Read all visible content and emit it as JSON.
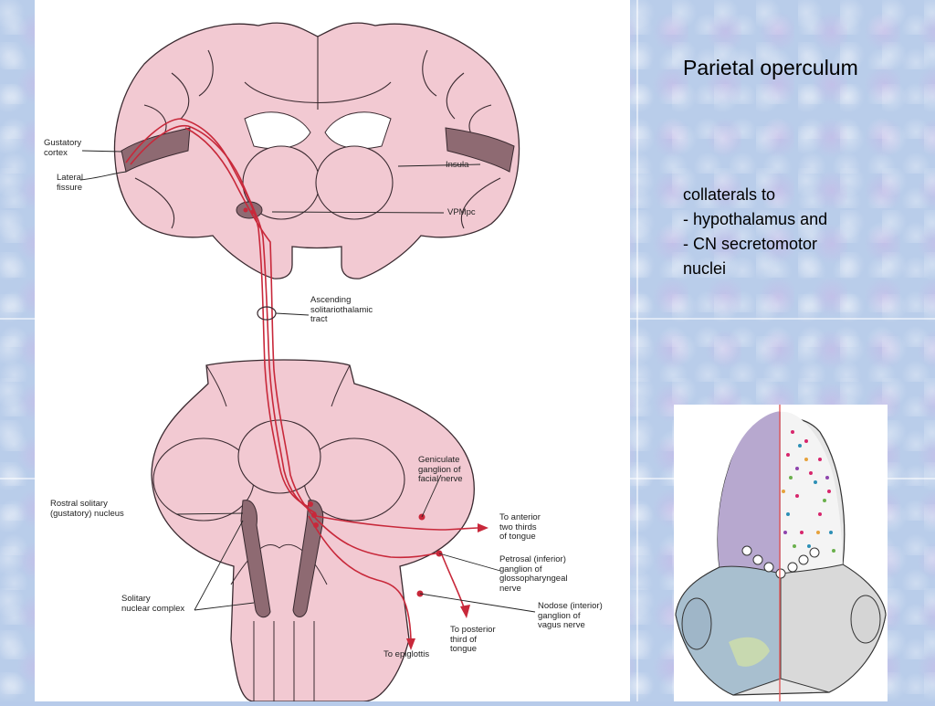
{
  "heading": "Parietal operculum",
  "body_lines": [
    "collaterals to",
    "- hypothalamus and",
    "- CN secretomotor",
    "nuclei"
  ],
  "diagram": {
    "labels": {
      "gustatory_cortex": "Gustatory\ncortex",
      "lateral_fissure": "Lateral\nfissure",
      "insula": "Insula",
      "vpmpc": "VPMpc",
      "ascending_tract": "Ascending\nsolitariothalamic\ntract",
      "geniculate": "Geniculate\nganglion of\nfacial nerve",
      "rostral_solitary": "Rostral solitary\n(gustatory) nucleus",
      "anterior_tongue": "To anterior\ntwo thirds\nof tongue",
      "petrosal": "Petrosal (inferior)\nganglion of\nglossopharyngeal\nnerve",
      "solitary_complex": "Solitary\nnuclear complex",
      "nodose": "Nodose (interior)\nganglion of\nvagus nerve",
      "posterior_tongue": "To posterior\nthird of\ntongue",
      "epiglottis": "To epiglottis"
    }
  },
  "colors": {
    "tissue": "#f2c9d2",
    "outline": "#3a2a30",
    "nucleus": "#8e6a72",
    "pathway": "#c8283a"
  }
}
